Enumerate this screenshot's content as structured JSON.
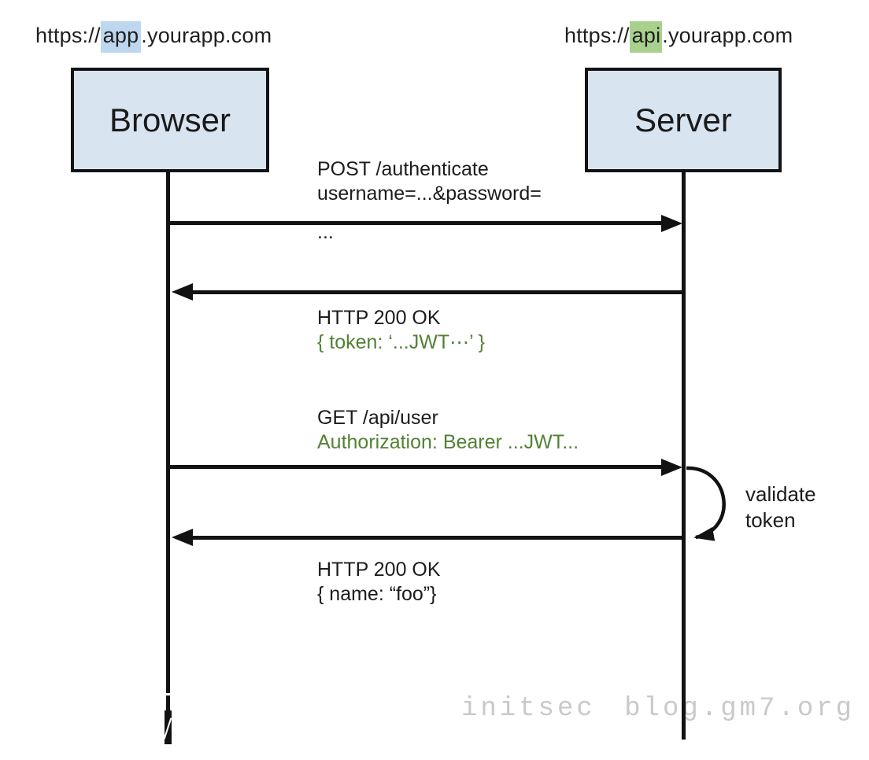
{
  "origins": {
    "left": {
      "prefix": "https://",
      "highlight": "app",
      "suffix": ".yourapp.com"
    },
    "right": {
      "prefix": "https://",
      "highlight": "api",
      "suffix": ".yourapp.com"
    }
  },
  "actors": {
    "left_label": "Browser",
    "right_label": "Server"
  },
  "messages": {
    "m1": {
      "line1": "POST /authenticate",
      "line2": "username=...&password=",
      "line3": "..."
    },
    "m2": {
      "line1": "HTTP 200 OK",
      "line2": "{ token: ‘...JWT⋯’ }"
    },
    "m3": {
      "line1": "GET /api/user",
      "line2": "Authorization: Bearer ...JWT..."
    },
    "m4": {
      "line1": "HTTP 200 OK",
      "line2": "{ name: “foo”}"
    }
  },
  "self_action": {
    "line1": "validate",
    "line2": "token"
  },
  "watermark": "initsec blog.gm7.org",
  "colors": {
    "actor_box_fill": "#d9e4f1",
    "line": "#121212",
    "green_text": "#538135",
    "highlight_app": "#bdd7ee",
    "highlight_api": "#a9d18e",
    "watermark": "#c9c9c9"
  }
}
